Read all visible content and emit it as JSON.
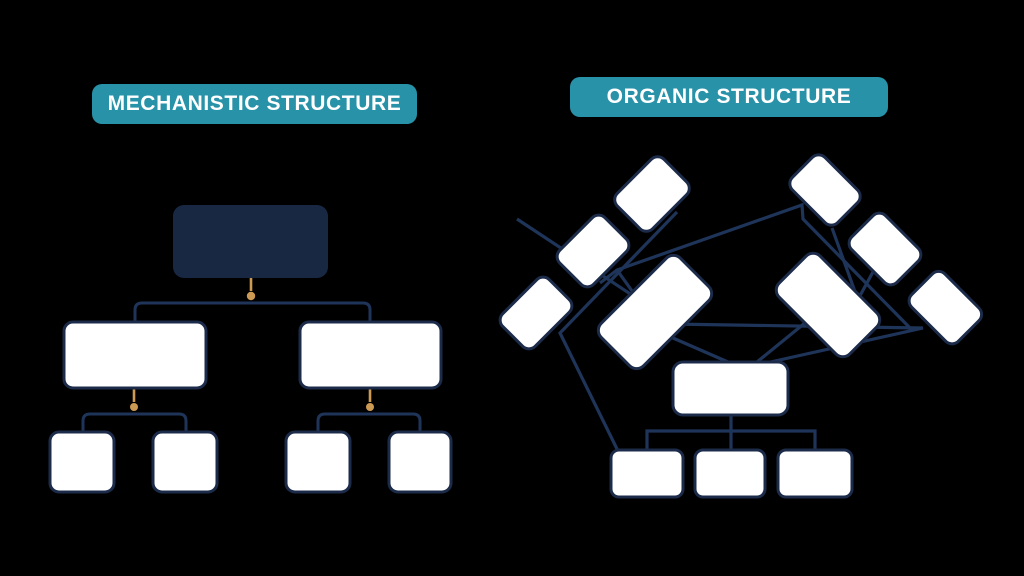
{
  "mechanistic_panel": {
    "title": "MECHANISTIC STRUCTURE",
    "node_count": 7,
    "levels": 3,
    "children_per_manager": 2
  },
  "organic_panel": {
    "title": "ORGANIC STRUCTURE",
    "node_count": 12,
    "rotated_node_count": 8,
    "bottom_row_count": 3
  },
  "colors": {
    "background": "#000000",
    "teal": "#2892a8",
    "navy": "#1c2b49",
    "root_navy": "#192842",
    "line": "#1f3459",
    "orange": "#cc9a52",
    "white": "#ffffff"
  }
}
